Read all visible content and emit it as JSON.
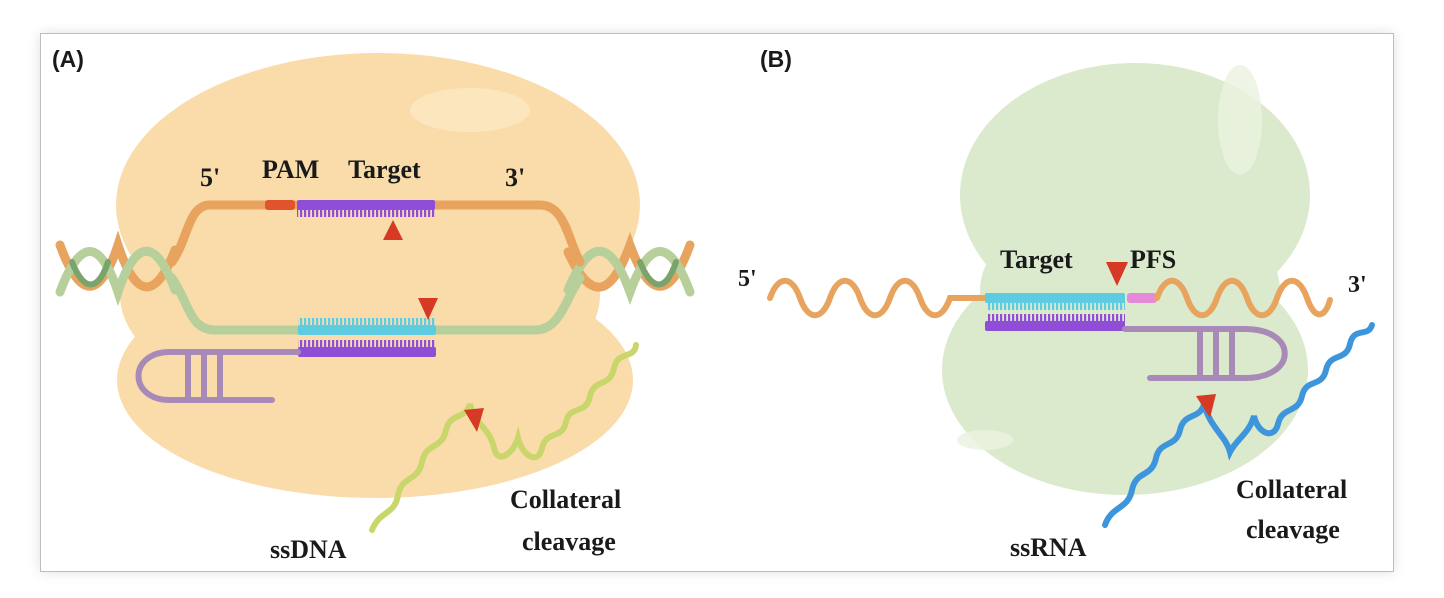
{
  "panel_a": {
    "label": "(A)",
    "five_prime": "5'",
    "three_prime": "3'",
    "pam": "PAM",
    "target": "Target",
    "ssdna": "ssDNA",
    "collateral_line1": "Collateral",
    "collateral_line2": "cleavage"
  },
  "panel_b": {
    "label": "(B)",
    "five_prime": "5'",
    "three_prime": "3'",
    "target": "Target",
    "pfs": "PFS",
    "ssrna": "ssRNA",
    "collateral_line1": "Collateral",
    "collateral_line2": "cleavage"
  },
  "colors": {
    "protein_a": "#f9dcaa",
    "protein_b": "#dbe9cc",
    "dna_orange": "#e8a45e",
    "dna_green": "#b7cf9b",
    "target_purple": "#8e4fd6",
    "target_cyan": "#5ecbe0",
    "pam_red": "#e0532d",
    "pfs_pink": "#e58ad8",
    "crrna_purple": "#a78ab8",
    "ssdna_yellowgreen": "#c9d66c",
    "ssrna_blue": "#3d95dc",
    "cut_red": "#d63a24"
  }
}
